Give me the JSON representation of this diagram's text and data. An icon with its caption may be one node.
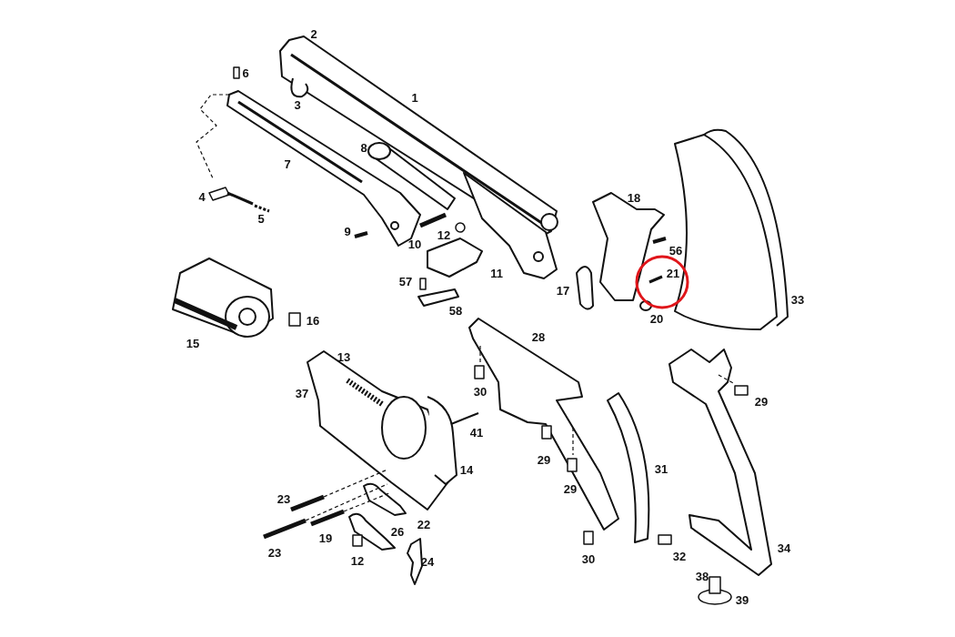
{
  "diagram": {
    "labels": [
      "2",
      "6",
      "3",
      "1",
      "8",
      "7",
      "4",
      "18",
      "5",
      "9",
      "12",
      "10",
      "56",
      "11",
      "21",
      "57",
      "17",
      "33",
      "58",
      "20",
      "16",
      "15",
      "28",
      "13",
      "30",
      "37",
      "29",
      "41",
      "14",
      "31",
      "29",
      "29",
      "23",
      "22",
      "26",
      "19",
      "34",
      "23",
      "12",
      "30",
      "32",
      "24",
      "38",
      "39"
    ]
  }
}
